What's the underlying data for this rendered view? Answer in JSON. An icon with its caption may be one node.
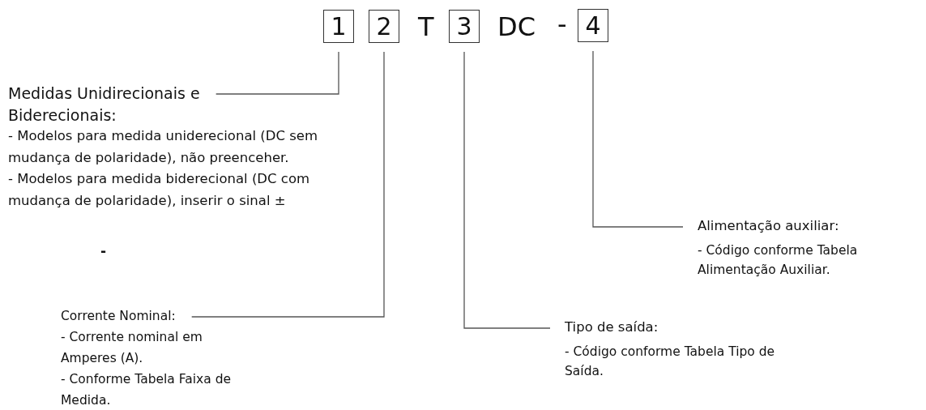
{
  "diagram": {
    "nodes": [
      {
        "text": [
          "1"
        ]
      },
      {
        "text": [
          "2"
        ]
      },
      {
        "text": [
          "3"
        ]
      },
      {
        "text": [
          "4"
        ]
      },
      {
        "text": [
          "Medidas Unidirecionais e Biderecionais:",
          "- Modelos para medida uniderecional (DC sem mudança de polaridade), não preenceher.",
          "- Modelos para medida biderecional (DC com mudança de polaridade), inserir o sinal ±"
        ]
      },
      {
        "text": [
          "Corrente Nominal:",
          "- Corrente nominal em Amperes (A).",
          "- Conforme Tabela Faixa de Medida."
        ]
      },
      {
        "text": [
          "Tipo de saída:",
          "- Código conforme Tabela Tipo de Saída."
        ]
      },
      {
        "text": [
          "Alimentação auxiliar:",
          "- Código conforme Tabela Alimentação Auxiliar."
        ]
      }
    ],
    "edges": [
      {
        "from": 4,
        "to": 0,
        "arrow": "none"
      },
      {
        "from": 5,
        "to": 1,
        "arrow": "none"
      },
      {
        "from": 6,
        "to": 2,
        "arrow": "none"
      },
      {
        "from": 7,
        "to": 3,
        "arrow": "none"
      }
    ],
    "labels": [
      "T",
      "DC",
      "-",
      "-"
    ]
  }
}
